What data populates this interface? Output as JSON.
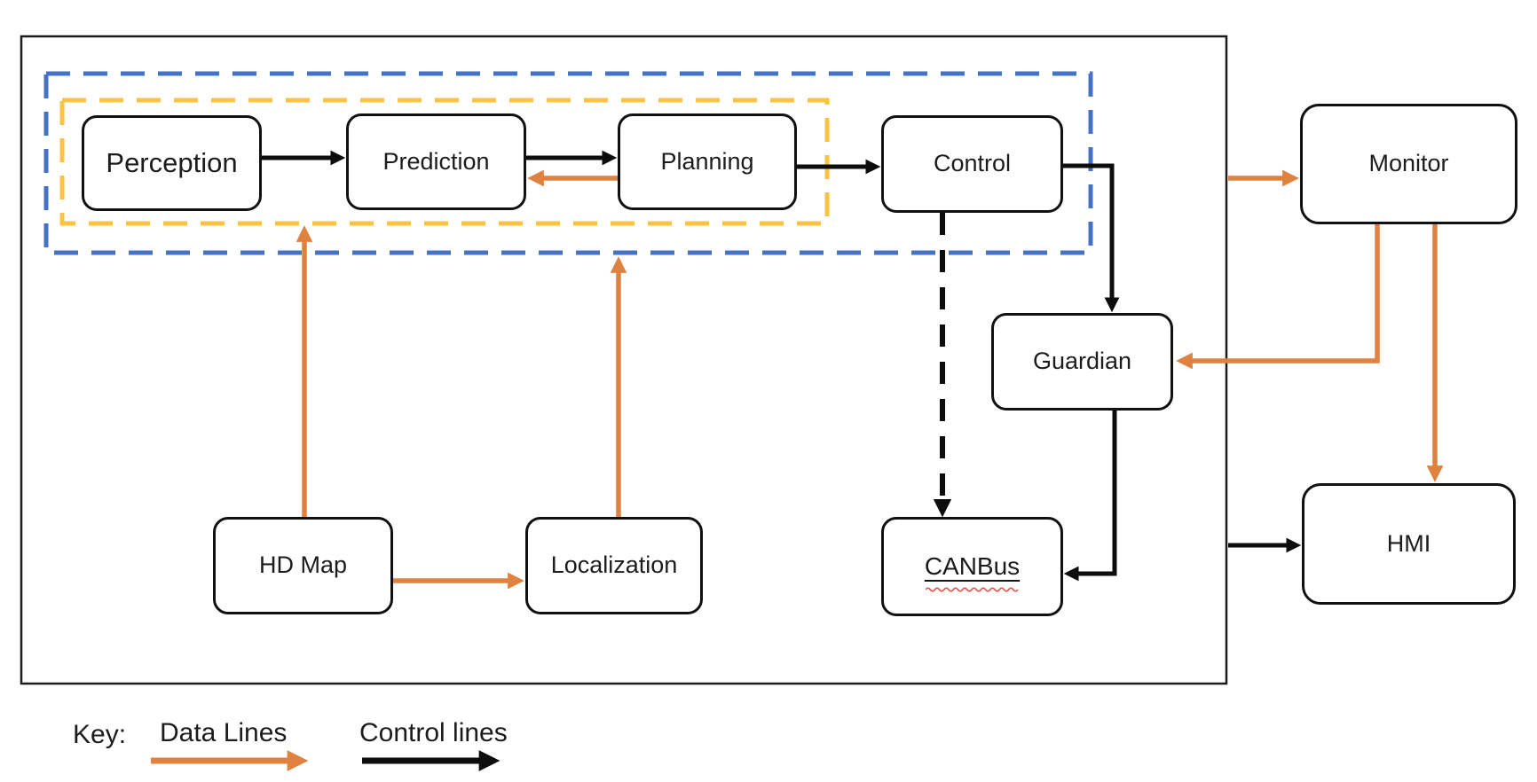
{
  "diagram": {
    "nodes": {
      "perception": {
        "label": "Perception"
      },
      "prediction": {
        "label": "Prediction"
      },
      "planning": {
        "label": "Planning"
      },
      "control": {
        "label": "Control"
      },
      "monitor": {
        "label": "Monitor"
      },
      "guardian": {
        "label": "Guardian"
      },
      "hd_map": {
        "label": "HD Map"
      },
      "localization": {
        "label": "Localization"
      },
      "canbus": {
        "label": "CANBus"
      },
      "hmi": {
        "label": "HMI"
      }
    },
    "edges": [
      {
        "from": "Perception",
        "to": "Prediction",
        "type": "control"
      },
      {
        "from": "Prediction",
        "to": "Planning",
        "type": "control"
      },
      {
        "from": "Planning",
        "to": "Control",
        "type": "control"
      },
      {
        "from": "Control",
        "to": "Guardian",
        "type": "control"
      },
      {
        "from": "Guardian",
        "to": "CANBus",
        "type": "control"
      },
      {
        "from": "Control",
        "to": "CANBus",
        "type": "control-dashed"
      },
      {
        "from": "system-boundary",
        "to": "HMI",
        "type": "control"
      },
      {
        "from": "Planning",
        "to": "Prediction",
        "type": "data"
      },
      {
        "from": "HD Map",
        "to": "Perception",
        "type": "data"
      },
      {
        "from": "HD Map",
        "to": "Localization",
        "type": "data"
      },
      {
        "from": "Localization",
        "to": "Planning",
        "type": "data"
      },
      {
        "from": "system-boundary",
        "to": "Monitor",
        "type": "data"
      },
      {
        "from": "Monitor",
        "to": "Guardian",
        "type": "data"
      },
      {
        "from": "Monitor",
        "to": "HMI",
        "type": "data"
      }
    ],
    "legend": {
      "key_label": "Key:",
      "data_lines_label": "Data Lines",
      "control_lines_label": "Control lines"
    },
    "colors": {
      "data_line_orange": "#E0823F",
      "control_line_black": "#0d0d0d",
      "group_outline_blue": "#4472C4",
      "group_outline_yellow": "#FCC342",
      "spellcheck_red": "#E0564A"
    }
  }
}
